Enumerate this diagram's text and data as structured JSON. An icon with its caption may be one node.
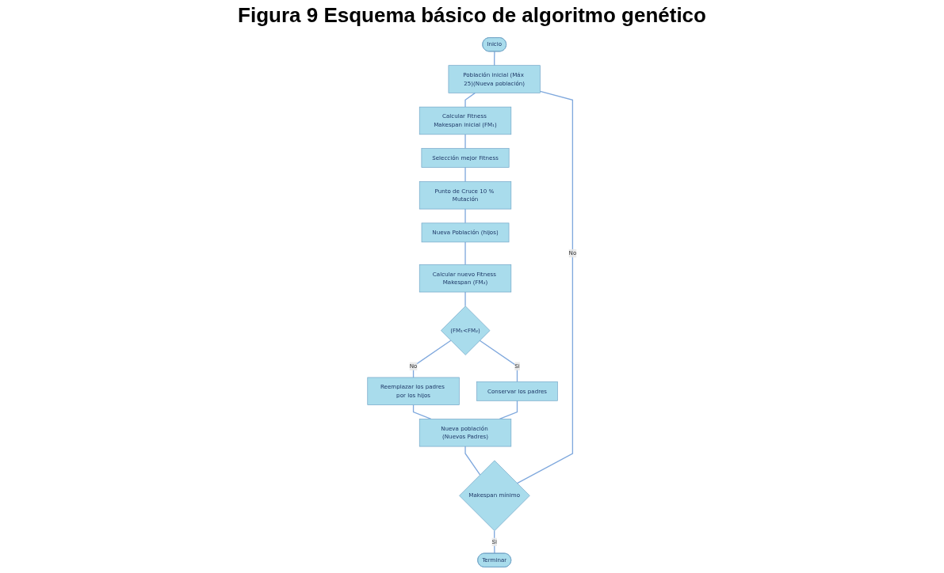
{
  "diagram": {
    "title": "Figura 9 Esquema básico de algoritmo genético",
    "nodes": [
      {
        "text": [
          "Inicio"
        ]
      },
      {
        "text": [
          "Población inicial (Máx 25)(Nueva población)"
        ]
      },
      {
        "text": [
          "Calcular Fitness Makespan inicial (FM₁)"
        ]
      },
      {
        "text": [
          "Selección mejor Fitness"
        ]
      },
      {
        "text": [
          "Terminar"
        ]
      },
      {
        "text": [
          "Makespan mínimo"
        ]
      },
      {
        "text": [
          "Punto de Cruce 10 % Mutación"
        ]
      },
      {
        "text": [
          "Reemplazar los padres por los hijos"
        ]
      },
      {
        "text": [
          "Nueva Población (hijos)"
        ]
      },
      {
        "text": [
          "(FM₁<FM₂)"
        ]
      },
      {
        "text": [
          "Nueva población (Nuevos Padres)"
        ]
      },
      {
        "text": [
          "Calcular nuevo Fitness Makespan (FM₂)"
        ]
      },
      {
        "text": [
          "Conservar los padres"
        ]
      }
    ],
    "edges": [
      {
        "from": 0,
        "to": 1,
        "arrow": "none"
      },
      {
        "from": 1,
        "to": 2,
        "arrow": "none"
      },
      {
        "from": 2,
        "to": 3,
        "arrow": "none"
      },
      {
        "from": 3,
        "to": 6,
        "arrow": "none"
      },
      {
        "from": 6,
        "to": 8,
        "arrow": "none"
      },
      {
        "from": 8,
        "to": 11,
        "arrow": "none"
      },
      {
        "from": 11,
        "to": 9,
        "arrow": "none"
      },
      {
        "from": 9,
        "to": 7,
        "label": "No",
        "arrow": "none"
      },
      {
        "from": 9,
        "to": 12,
        "label": "Si",
        "arrow": "none"
      },
      {
        "from": 7,
        "to": 10,
        "arrow": "none"
      },
      {
        "from": 12,
        "to": 10,
        "arrow": "none"
      },
      {
        "from": 10,
        "to": 5,
        "arrow": "none"
      },
      {
        "from": 5,
        "to": 4,
        "label": "Si",
        "arrow": "none"
      },
      {
        "from": 5,
        "to": 1,
        "label": "No",
        "arrow": "none"
      }
    ]
  }
}
